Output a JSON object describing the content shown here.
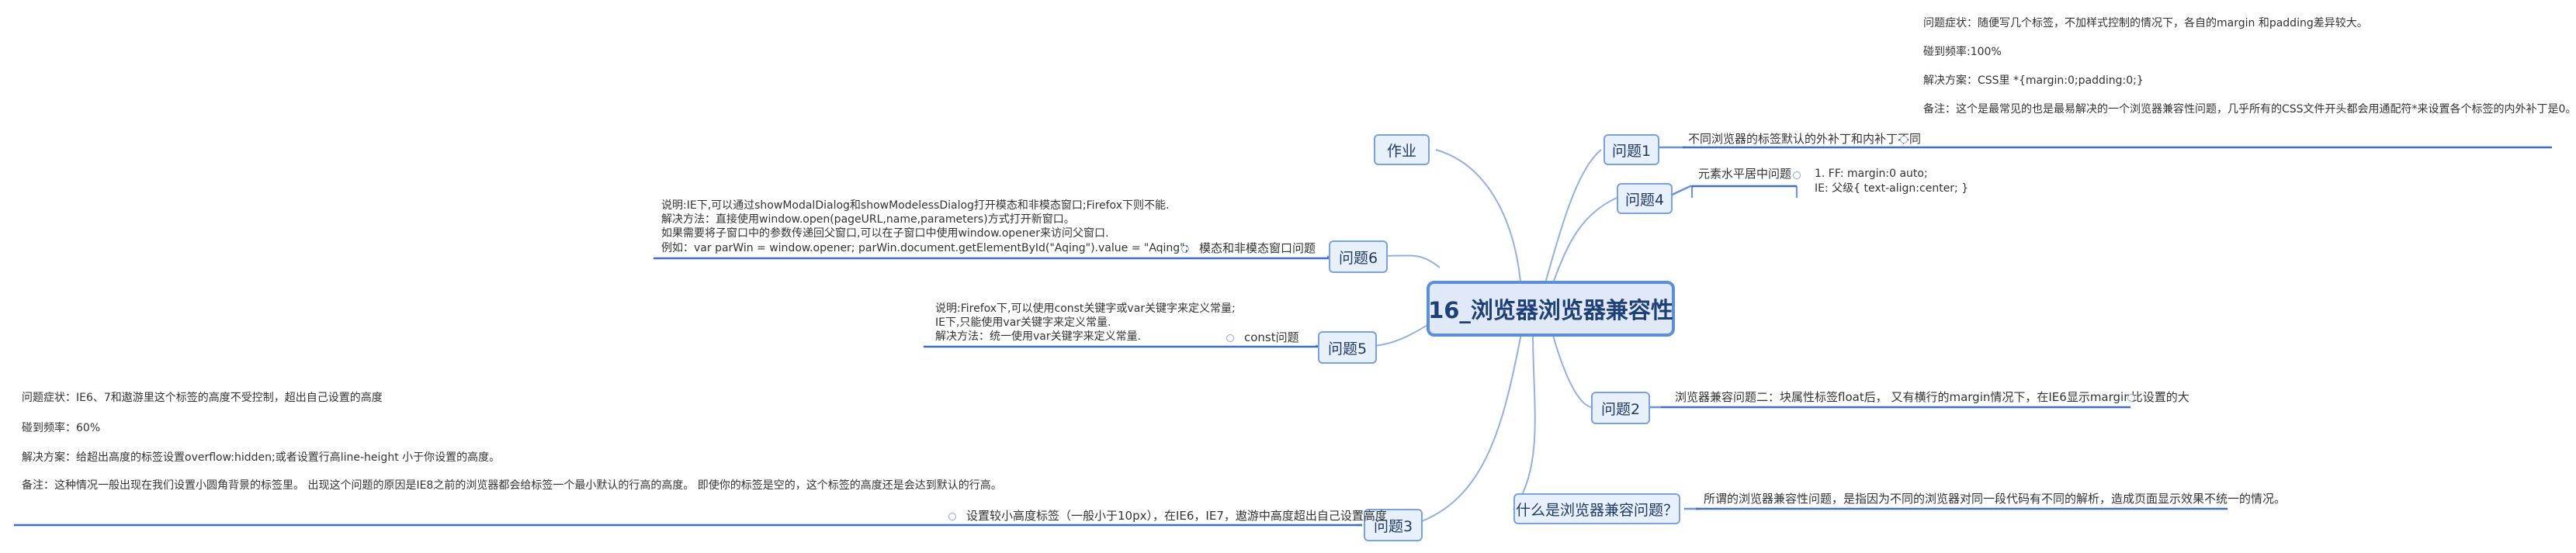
{
  "central": "16_浏览器浏览器兼容性",
  "topics": {
    "zuoye": "作业",
    "q1": "问题1",
    "q4": "问题4",
    "q6": "问题6",
    "q5": "问题5",
    "q2": "问题2",
    "what": "什么是浏览器兼容问题？",
    "q3": "问题3"
  },
  "q1": {
    "subtopic": "不同浏览器的标签默认的外补丁和内补丁不同",
    "notes": [
      "问题症状：随便写几个标签，不加样式控制的情况下，各自的margin 和padding差异较大。",
      "碰到频率:100%",
      "解决方案：CSS里    *{margin:0;padding:0;}",
      "备注：这个是最常见的也是最易解决的一个浏览器兼容性问题，几乎所有的CSS文件开头都会用通配符*来设置各个标签的内外补丁是0。"
    ]
  },
  "q4": {
    "subtopic": "元素水平居中问题",
    "notes": [
      "1. FF: margin:0 auto;",
      "IE: 父级{ text-align:center; }"
    ]
  },
  "q6": {
    "subtopic": "模态和非模态窗口问题",
    "notes": [
      "说明:IE下,可以通过showModalDialog和showModelessDialog打开模态和非模态窗口;Firefox下则不能.",
      "解决方法：直接使用window.open(pageURL,name,parameters)方式打开新窗口。",
      "如果需要将子窗口中的参数传递回父窗口,可以在子窗口中使用window.opener来访问父窗口.",
      "例如：var    parWin    =    window.opener;    parWin.document.getElementById(\"Aqing\").value    =    \"Aqing\";"
    ]
  },
  "q5": {
    "subtopic": "const问题",
    "notes": [
      "说明:Firefox下,可以使用const关键字或var关键字来定义常量;",
      "IE下,只能使用var关键字来定义常量.",
      "解决方法：统一使用var关键字来定义常量."
    ]
  },
  "q2": {
    "subtopic": "浏览器兼容问题二：块属性标签float后， 又有横行的margin情况下，在IE6显示margin比设置的大"
  },
  "what": {
    "subtopic": "所谓的浏览器兼容性问题，是指因为不同的浏览器对同一段代码有不同的解析，造成页面显示效果不统一的情况。"
  },
  "q3": {
    "subtopic": "设置较小高度标签（一般小于10px），在IE6，IE7，遨游中高度超出自己设置高度",
    "notes": [
      "问题症状：IE6、7和遨游里这个标签的高度不受控制，超出自己设置的高度",
      "碰到频率：60%",
      "解决方案：给超出高度的标签设置overflow:hidden;或者设置行高line-height 小于你设置的高度。",
      "备注：这种情况一般出现在我们设置小圆角背景的标签里。 出现这个问题的原因是IE8之前的浏览器都会给标签一个最小默认的行高的高度。 即使你的标签是空的，这个标签的高度还是会达到默认的行高。"
    ]
  }
}
